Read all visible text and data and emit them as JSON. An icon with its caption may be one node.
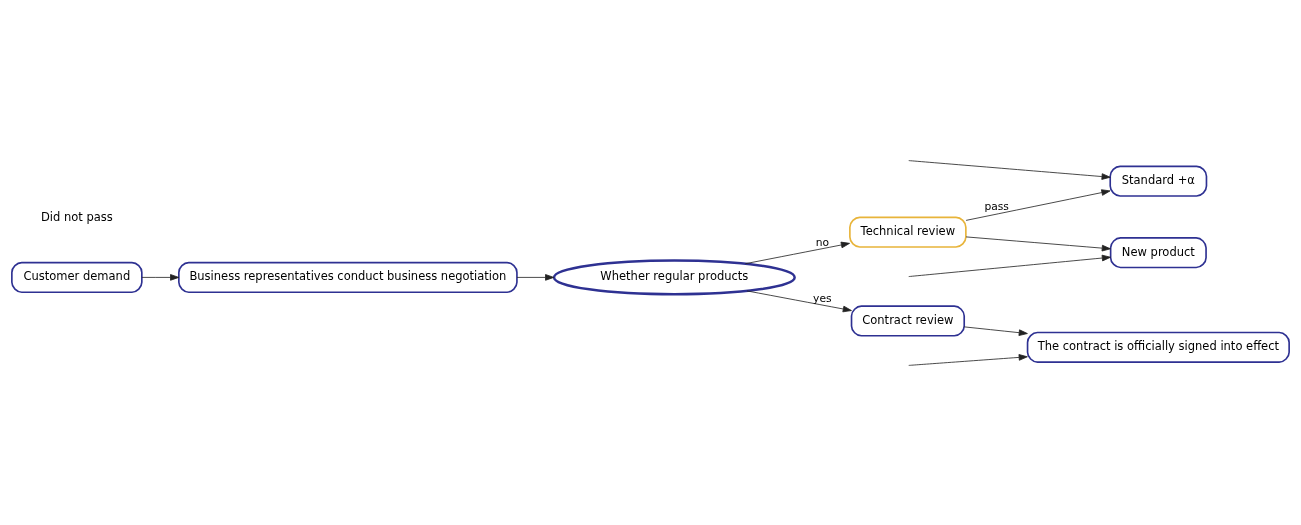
{
  "diagram": {
    "nodes": [
      {
        "text": [
          "Customer demand"
        ]
      },
      {
        "text": [
          "Business representatives conduct business negotiation"
        ]
      },
      {
        "text": [
          "Whether regular products"
        ]
      },
      {
        "text": [
          "Technical review"
        ]
      },
      {
        "text": [
          "Standard +α"
        ]
      },
      {
        "text": [
          "New product"
        ]
      },
      {
        "text": [
          "Contract review"
        ]
      },
      {
        "text": [
          "The contract is officially signed into effect"
        ]
      }
    ],
    "edges": [
      {
        "from": 0,
        "to": 1,
        "arrow": "to"
      },
      {
        "from": 1,
        "to": 2,
        "arrow": "to"
      },
      {
        "from": 2,
        "to": 3,
        "label": "no",
        "arrow": "to"
      },
      {
        "from": 2,
        "to": 6,
        "label": "yes",
        "arrow": "to"
      },
      {
        "from": 3,
        "to": 4,
        "label": "pass",
        "arrow": "to"
      },
      {
        "from": 3,
        "to": 5,
        "arrow": "to"
      },
      {
        "from": 6,
        "to": 7,
        "arrow": "to"
      },
      {
        "from": null,
        "to": 4,
        "arrow": "to"
      },
      {
        "from": null,
        "to": 5,
        "arrow": "to"
      },
      {
        "from": null,
        "to": 7,
        "arrow": "to"
      }
    ],
    "labels": [
      "Did not pass"
    ]
  }
}
